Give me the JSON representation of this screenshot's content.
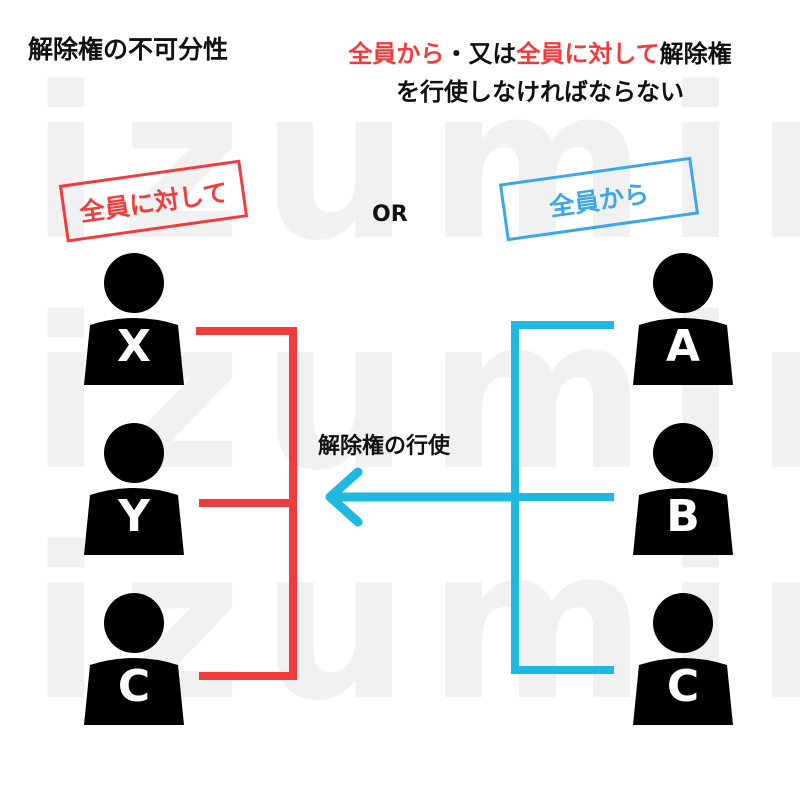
{
  "watermark": "izumin",
  "title": "解除権の不可分性",
  "rule": {
    "line1_part1": "全員から",
    "line1_part2": "・又は",
    "line1_part3": "全員に対して",
    "line1_part4": "解除権",
    "line2": "を行使しなければならない"
  },
  "left_box": "全員に対して",
  "right_box": "全員から",
  "or_label": "OR",
  "arrow_label": "解除権の行使",
  "left_people": [
    "X",
    "Y",
    "C"
  ],
  "right_people": [
    "A",
    "B",
    "C"
  ],
  "colors": {
    "red": "#f23b3b",
    "blue": "#1eb8e0",
    "blue_box": "#3aa7e8",
    "person": "#000000"
  }
}
